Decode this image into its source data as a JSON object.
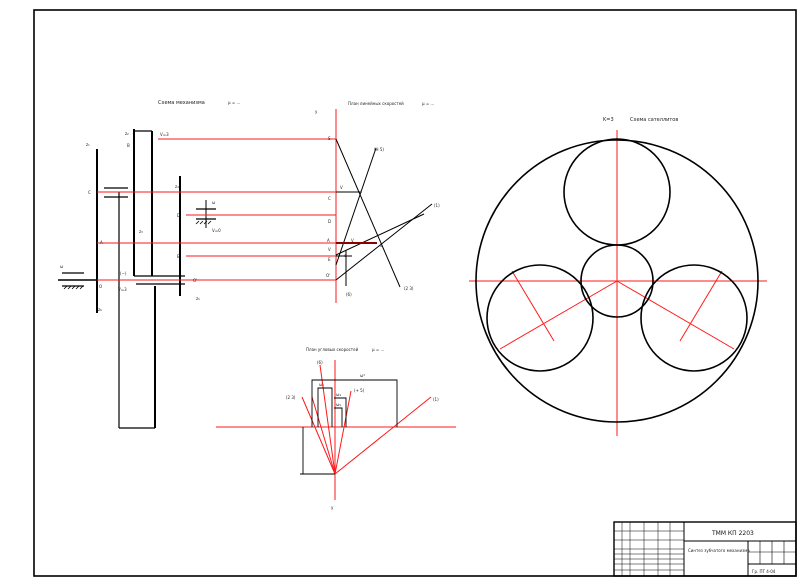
{
  "titles": {
    "kinematic_scheme": "Схема механизма",
    "kinematic_scale": "μ = ...",
    "velocity_plan": "План линейных скоростей",
    "velocity_scale": "μ = ...",
    "angular_plan": "План угловых скоростей",
    "angular_scale": "μ = ...",
    "satellite_count": "K=3",
    "satellite_scheme": "Схема сателлитов"
  },
  "mechanism": {
    "z_labels": [
      "z₁",
      "z₂",
      "z₃",
      "z₄",
      "z₅",
      "z₆"
    ],
    "point_labels": [
      "B",
      "C",
      "D",
      "A",
      "E",
      "O",
      "O'"
    ],
    "velocity_labels": [
      "V=3",
      "V=0",
      "V=3",
      "(−)"
    ],
    "omega_labels": [
      "ω",
      "ω"
    ]
  },
  "velocity_plan": {
    "axis_label": "y",
    "points": [
      "S",
      "C",
      "D",
      "A",
      "V",
      "E",
      "O'",
      "V",
      "V"
    ],
    "lines": [
      "(H 5)",
      "(1)",
      "(2 3)",
      "(6)"
    ],
    "end_marks": [
      "c",
      "a",
      "c"
    ]
  },
  "angular_plan": {
    "axis_label": "y",
    "rays": [
      "(6)",
      "(2 3)",
      "(+ 5)",
      "(1)"
    ],
    "omega_labels": [
      "ω₁",
      "ω₄",
      "ω₅",
      "ω⁴"
    ]
  },
  "title_block": {
    "doc_code": "ТММ КП 2203",
    "title": "Синтез зубчатого механизма",
    "group": "Гр. ПТ 4-04"
  }
}
